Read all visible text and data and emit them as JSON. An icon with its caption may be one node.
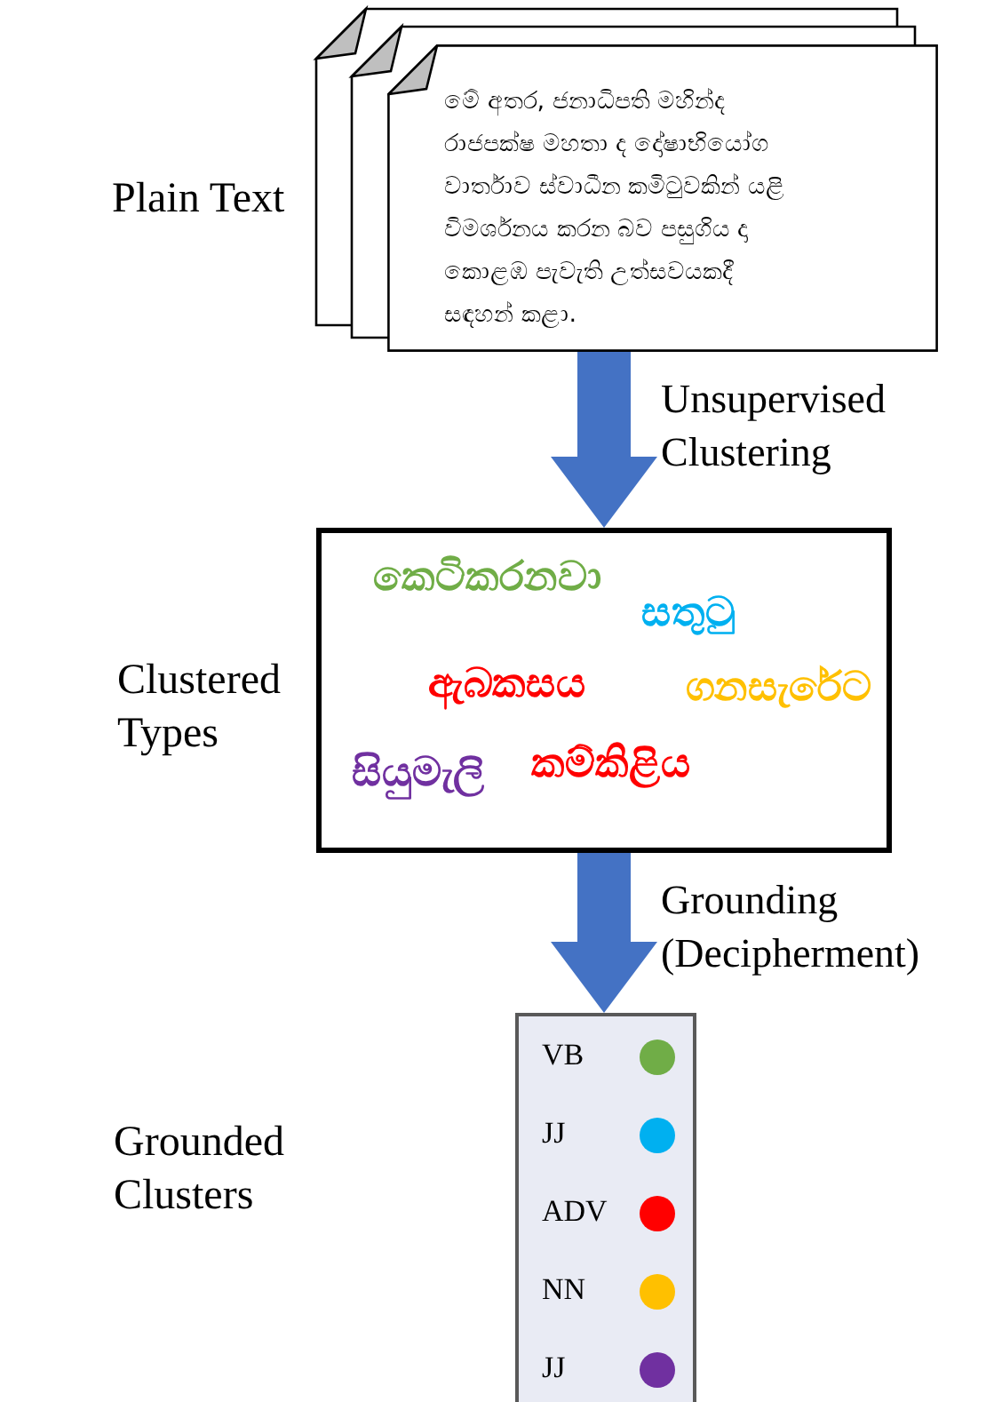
{
  "diagram": {
    "nodes": [
      {
        "text": [
          "මේ අතර, ජනාධිපති මහින්ද රාජපක්ෂ මහතා ද දෝෂාභියෝග වාර්තාව ස්වාධීන කමිටුවකින් යළි විමර්ශනය කරන බව පසුගිය දා කොළඹ පැවැති උත්සවයකදී සඳහන් කළා."
        ],
        "beside": [
          "Plain Text"
        ]
      },
      {
        "text": [
          "කෙටිකරනවා",
          "සතුටු",
          "ඇබකසය",
          "ගනසැරේට",
          "සියුමැලි",
          "කම්කිළිය"
        ],
        "beside": [
          "Clustered Types"
        ]
      },
      {
        "text": [
          "VB",
          "JJ",
          "ADV",
          "NN",
          "JJ"
        ]
      }
    ],
    "edges": [
      {
        "from": 0,
        "to": 1,
        "arrow": "to",
        "label": "Unsupervised Clustering"
      },
      {
        "from": 1,
        "to": 2,
        "arrow": "to",
        "label": "Grounding (Decipherment)"
      }
    ],
    "labels": [
      "Grounded Clusters"
    ]
  }
}
